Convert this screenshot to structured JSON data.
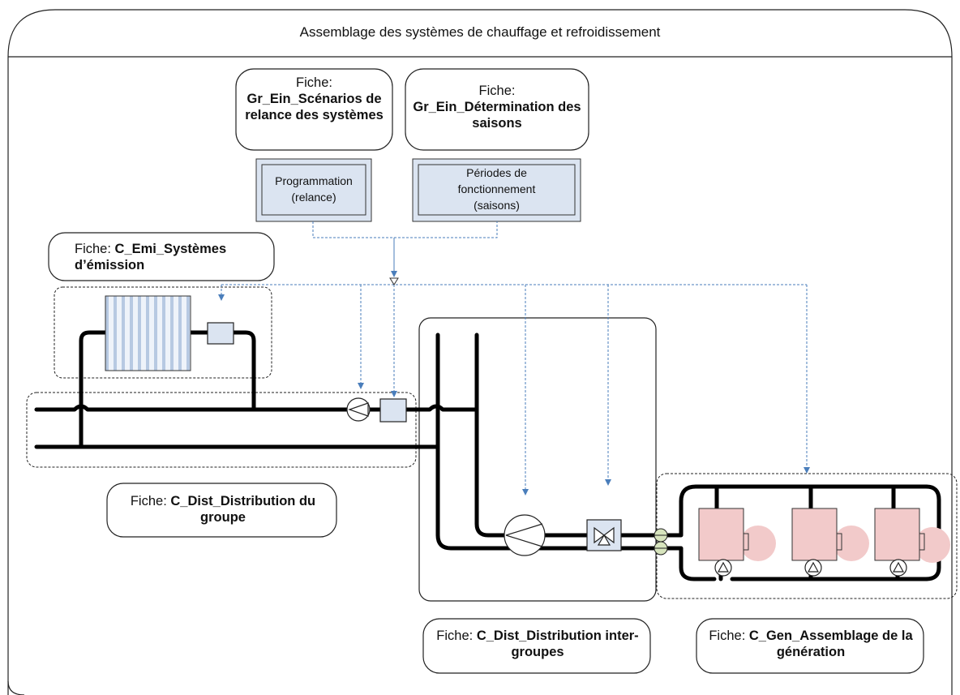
{
  "title": "Assemblage des systèmes de chauffage et refroidissement",
  "cards": {
    "scenarios": {
      "prefix": "Fiche:",
      "bold": "Gr_Ein_Scénarios de relance des systèmes"
    },
    "saisons": {
      "prefix": "Fiche:",
      "bold": "Gr_Ein_Détermination des saisons"
    },
    "emission": {
      "prefix": "Fiche: ",
      "bold": "C_Emi_Systèmes d’émission"
    },
    "dist_groupe": {
      "prefix": "Fiche: ",
      "bold": "C_Dist_Distribution du groupe"
    },
    "dist_inter": {
      "prefix": "Fiche: ",
      "bold": "C_Dist_Distribution inter-groupes"
    },
    "generation": {
      "prefix": "Fiche: ",
      "bold": "C_Gen_Assemblage de la génération"
    }
  },
  "controls": {
    "programmation": "Programmation (relance)",
    "periodes": "Périodes de fonctionnement (saisons)"
  },
  "colors": {
    "signal_line": "#4a7ebb",
    "control_fill": "#dbe4f1",
    "boiler_fill": "#f2caca",
    "connector_fill": "#d7e4bd",
    "radiator_stripe": "#b7c9e2"
  }
}
